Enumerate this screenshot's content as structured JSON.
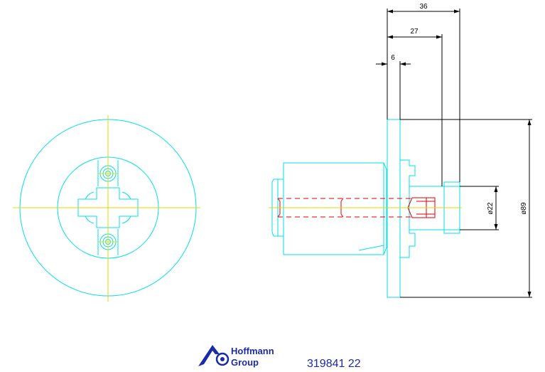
{
  "dimensions": {
    "d36": "36",
    "d27": "27",
    "d6": "6",
    "dia22": "ø22",
    "dia89": "ø89"
  },
  "logo": {
    "line1": "Hoffmann",
    "line2": "Group"
  },
  "part_number": "319841 22",
  "colors": {
    "geometry": "#00e0e6",
    "centerline": "#e6d800",
    "hidden": "#e00000",
    "dimension": "#000000",
    "brand": "#1a2aa8"
  }
}
